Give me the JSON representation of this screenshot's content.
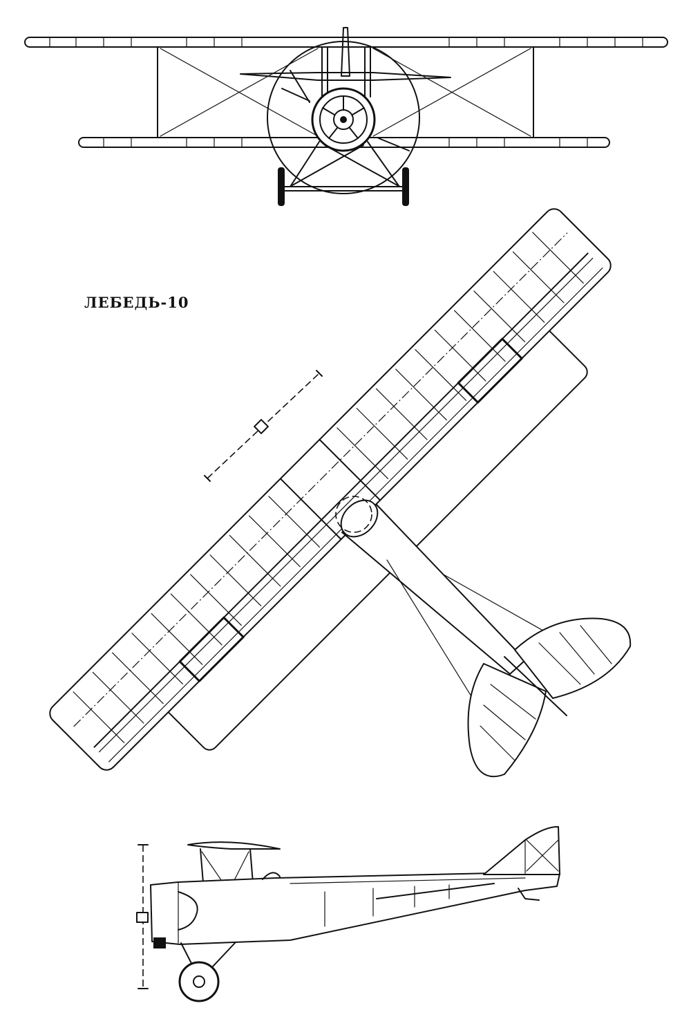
{
  "drawing": {
    "title": "ЛЕБЕДЬ-10",
    "views": [
      "front-view",
      "top-view",
      "side-view"
    ],
    "line_color": "#111111",
    "background": "#ffffff"
  }
}
